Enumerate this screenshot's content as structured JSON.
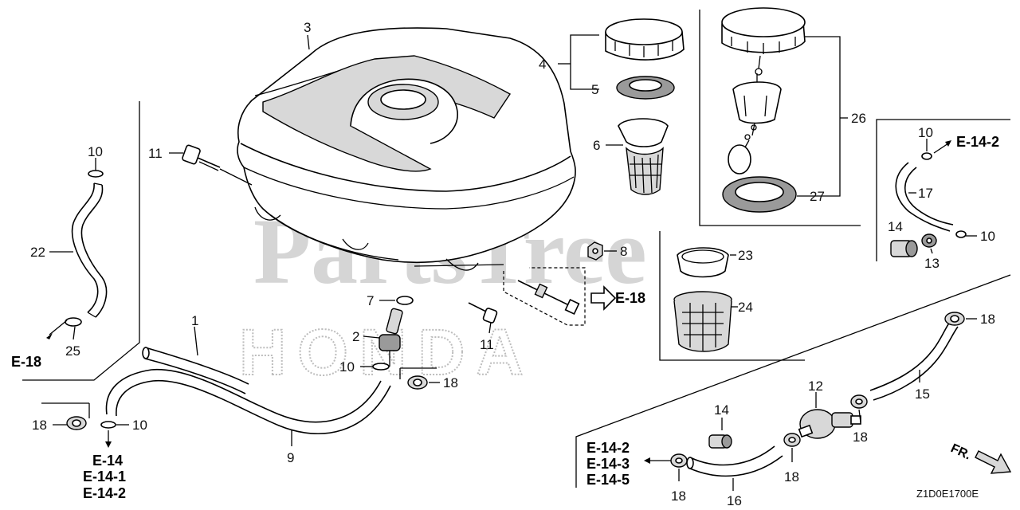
{
  "diagram": {
    "watermark_brand": "PartsTree",
    "watermark_logo": "HONDA",
    "diagram_code": "Z1D0E1700E",
    "direction_label": "FR.",
    "callouts": {
      "c1": "1",
      "c2": "2",
      "c3": "3",
      "c4": "4",
      "c5": "5",
      "c6": "6",
      "c7": "7",
      "c8": "8",
      "c9": "9",
      "c10_a": "10",
      "c10_b": "10",
      "c10_c": "10",
      "c10_d": "10",
      "c10_e": "10",
      "c11_a": "11",
      "c11_b": "11",
      "c12": "12",
      "c13": "13",
      "c14_a": "14",
      "c14_b": "14",
      "c15": "15",
      "c16": "16",
      "c17": "17",
      "c18_a": "18",
      "c18_b": "18",
      "c18_c": "18",
      "c18_d": "18",
      "c18_e": "18",
      "c18_f": "18",
      "c22": "22",
      "c23": "23",
      "c24": "24",
      "c25": "25",
      "c26": "26",
      "c27": "27"
    },
    "references": {
      "e18_center": "E-18",
      "e18_left": "E-18",
      "e142_topright": "E-14-2",
      "bl_e14": "E-14",
      "bl_e141": "E-14-1",
      "bl_e142": "E-14-2",
      "br_e142": "E-14-2",
      "br_e143": "E-14-3",
      "br_e145": "E-14-5"
    }
  }
}
